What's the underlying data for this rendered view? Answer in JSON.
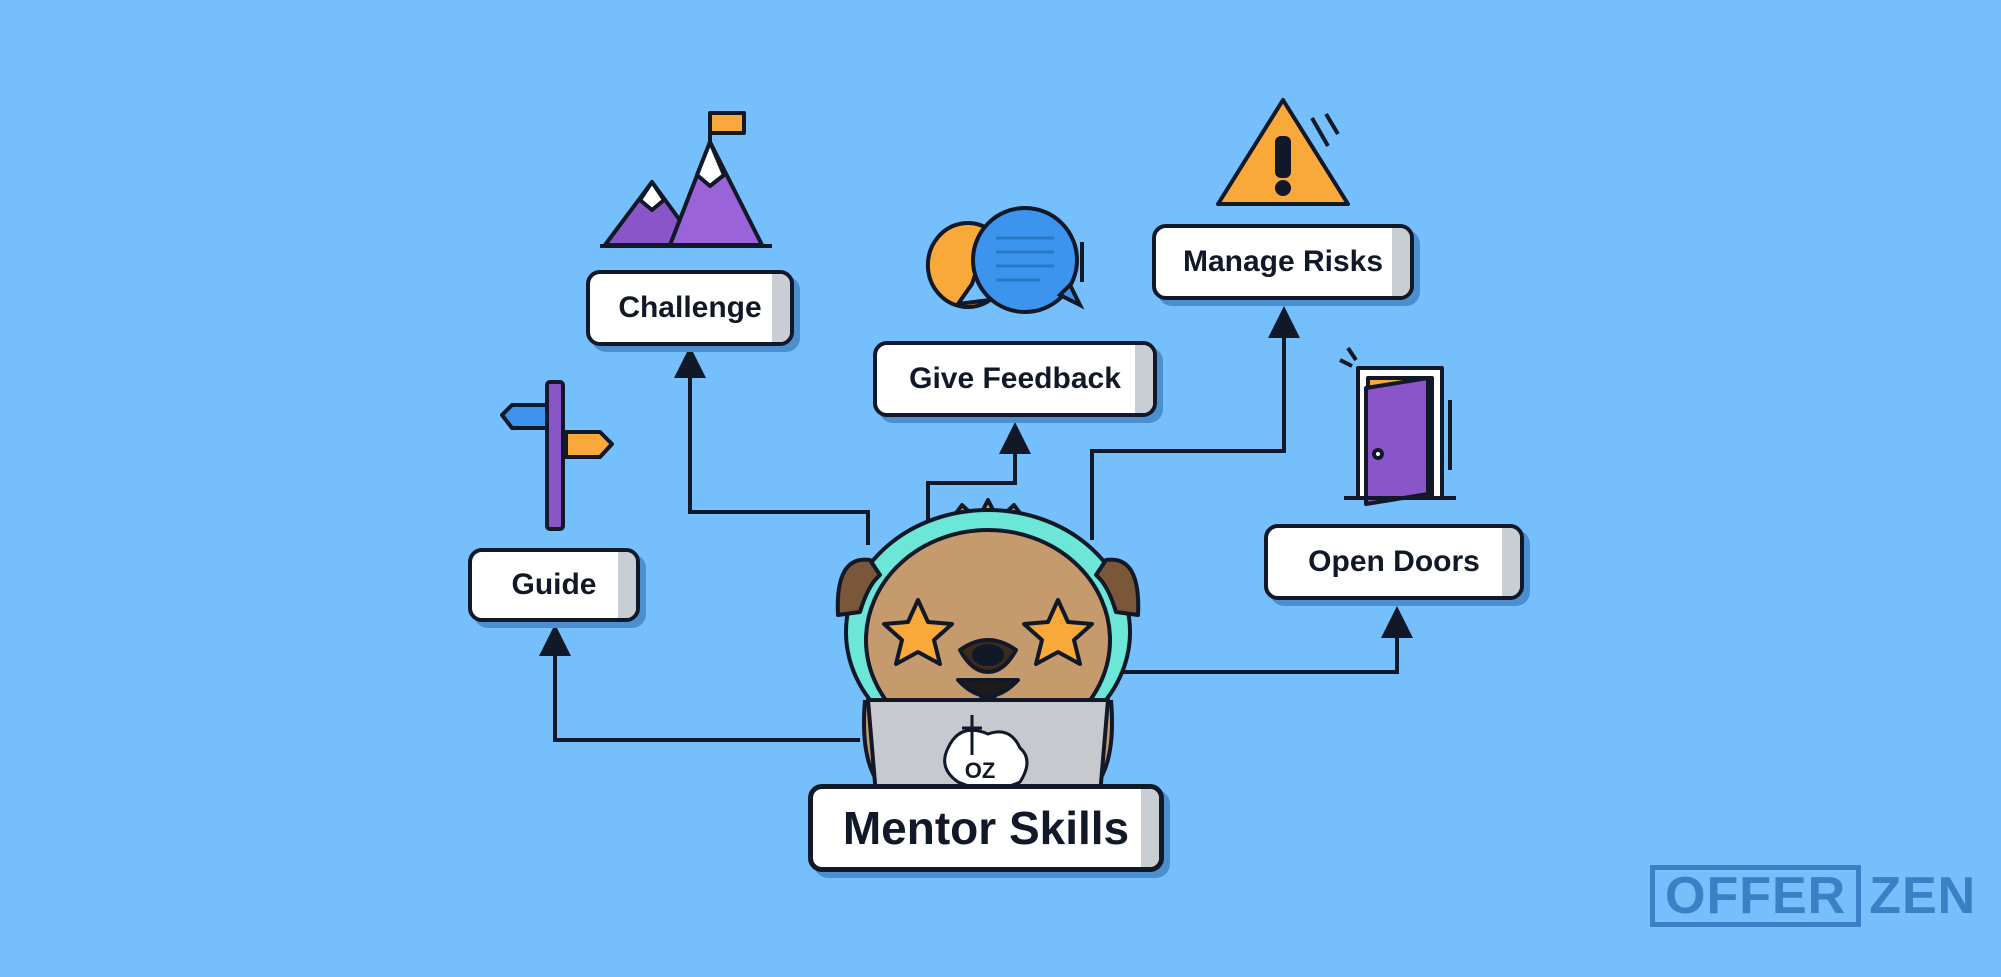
{
  "diagram": {
    "center": "Mentor Skills",
    "skills": {
      "guide": "Guide",
      "challenge": "Challenge",
      "feedback": "Give Feedback",
      "risks": "Manage Risks",
      "doors": "Open Doors"
    }
  },
  "mascot": {
    "laptop_sticker": "OZ"
  },
  "brand": {
    "left": "OFFER",
    "right": "ZEN"
  },
  "colors": {
    "background": "#74bffc",
    "outline": "#111827",
    "purple": "#8a55c8",
    "orange": "#f8a93a",
    "blue": "#3d94ee",
    "teal": "#6be6d7",
    "fur": "#c59b6e"
  }
}
